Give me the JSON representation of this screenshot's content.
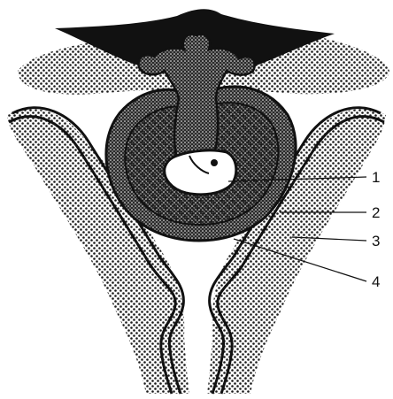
{
  "figure": {
    "labels": [
      {
        "id": "label-1",
        "text": "1"
      },
      {
        "id": "label-2",
        "text": "2"
      },
      {
        "id": "label-3",
        "text": "3"
      },
      {
        "id": "label-4",
        "text": "4"
      }
    ]
  },
  "colors": {
    "ink": "#111111",
    "background": "#ffffff",
    "stipple": "#1a1a1a"
  }
}
